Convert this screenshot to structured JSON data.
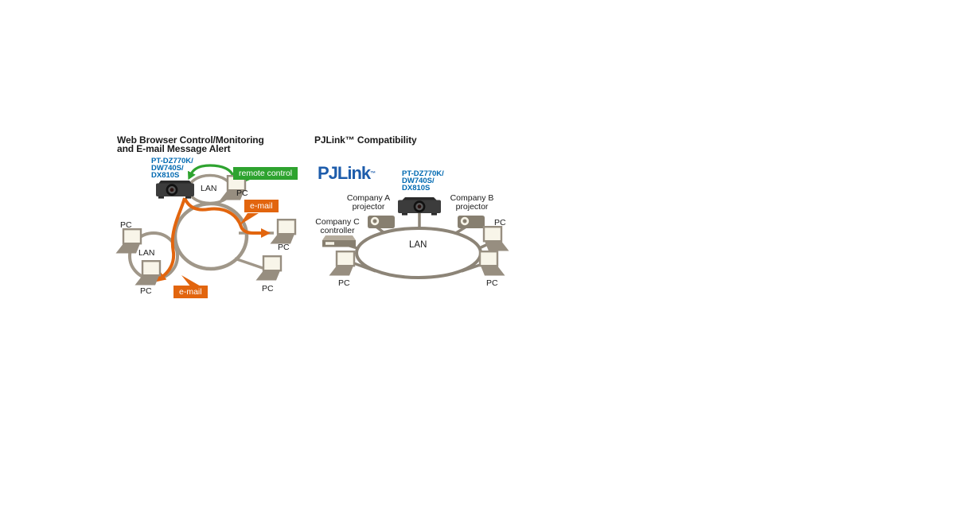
{
  "page": {
    "background": "#ffffff"
  },
  "colors": {
    "orange_accent": "#e2650e",
    "green_accent": "#2ea32f",
    "model_text_blue": "#0069b1",
    "pjlink_logo_blue": "#1d5cab",
    "ring_gray_left": "#a09789",
    "ring_gray_right": "#8c8477",
    "device_gray": "#877f70",
    "laptop_screen_cream": "#f8f5e9",
    "text_black": "#1a1a1a"
  },
  "icons": {
    "projector_dark": "projector-icon",
    "projector_small": "company-projector-icon",
    "laptop": "laptop-pc-icon",
    "controller": "controller-icon"
  },
  "left_diagram": {
    "title_line1": "Web Browser Control/Monitoring",
    "title_line2": "and E-mail Message Alert",
    "projector_model_line1": "PT-DZ770K/",
    "projector_model_line2": "DW740S/",
    "projector_model_line3": "DX810S",
    "lan_top_label": "LAN",
    "lan_left_label": "LAN",
    "pc_top_label": "PC",
    "pc_right_label": "PC",
    "pc_bottom_right_label": "PC",
    "pc_left_top_label": "PC",
    "pc_left_bottom_label": "PC",
    "remote_control_label": "remote control",
    "email_top_label": "e-mail",
    "email_bottom_label": "e-mail"
  },
  "right_diagram": {
    "title": "PJLink™ Compatibility",
    "logo_text": "PJLink",
    "logo_tm": "™",
    "projector_model_line1": "PT-DZ770K/",
    "projector_model_line2": "DW740S/",
    "projector_model_line3": "DX810S",
    "company_a_line1": "Company A",
    "company_a_line2": "projector",
    "company_b_line1": "Company B",
    "company_b_line2": "projector",
    "company_c_line1": "Company C",
    "company_c_line2": "controller",
    "lan_label": "LAN",
    "pc_top_right_label": "PC",
    "pc_bottom_left_label": "PC",
    "pc_bottom_right_label": "PC"
  }
}
